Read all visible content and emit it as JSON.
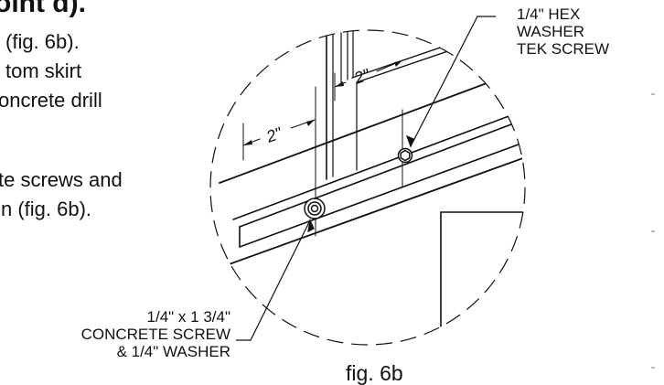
{
  "instructions": {
    "heading_fragment": "oint d).",
    "lines": [
      "(fig. 6b).",
      "tom skirt",
      "oncrete drill",
      "te screws and",
      "n (fig. 6b)."
    ]
  },
  "callouts": {
    "hex_washer": [
      "1/4\" HEX",
      "WASHER",
      "TEK SCREW"
    ],
    "concrete_screw": [
      "1/4\" x 1 3/4\"",
      "CONCRETE SCREW",
      "& 1/4\" WASHER"
    ]
  },
  "dimensions": {
    "left_spacing": "2\"",
    "right_spacing": "2\""
  },
  "figure_caption": "fig. 6b"
}
